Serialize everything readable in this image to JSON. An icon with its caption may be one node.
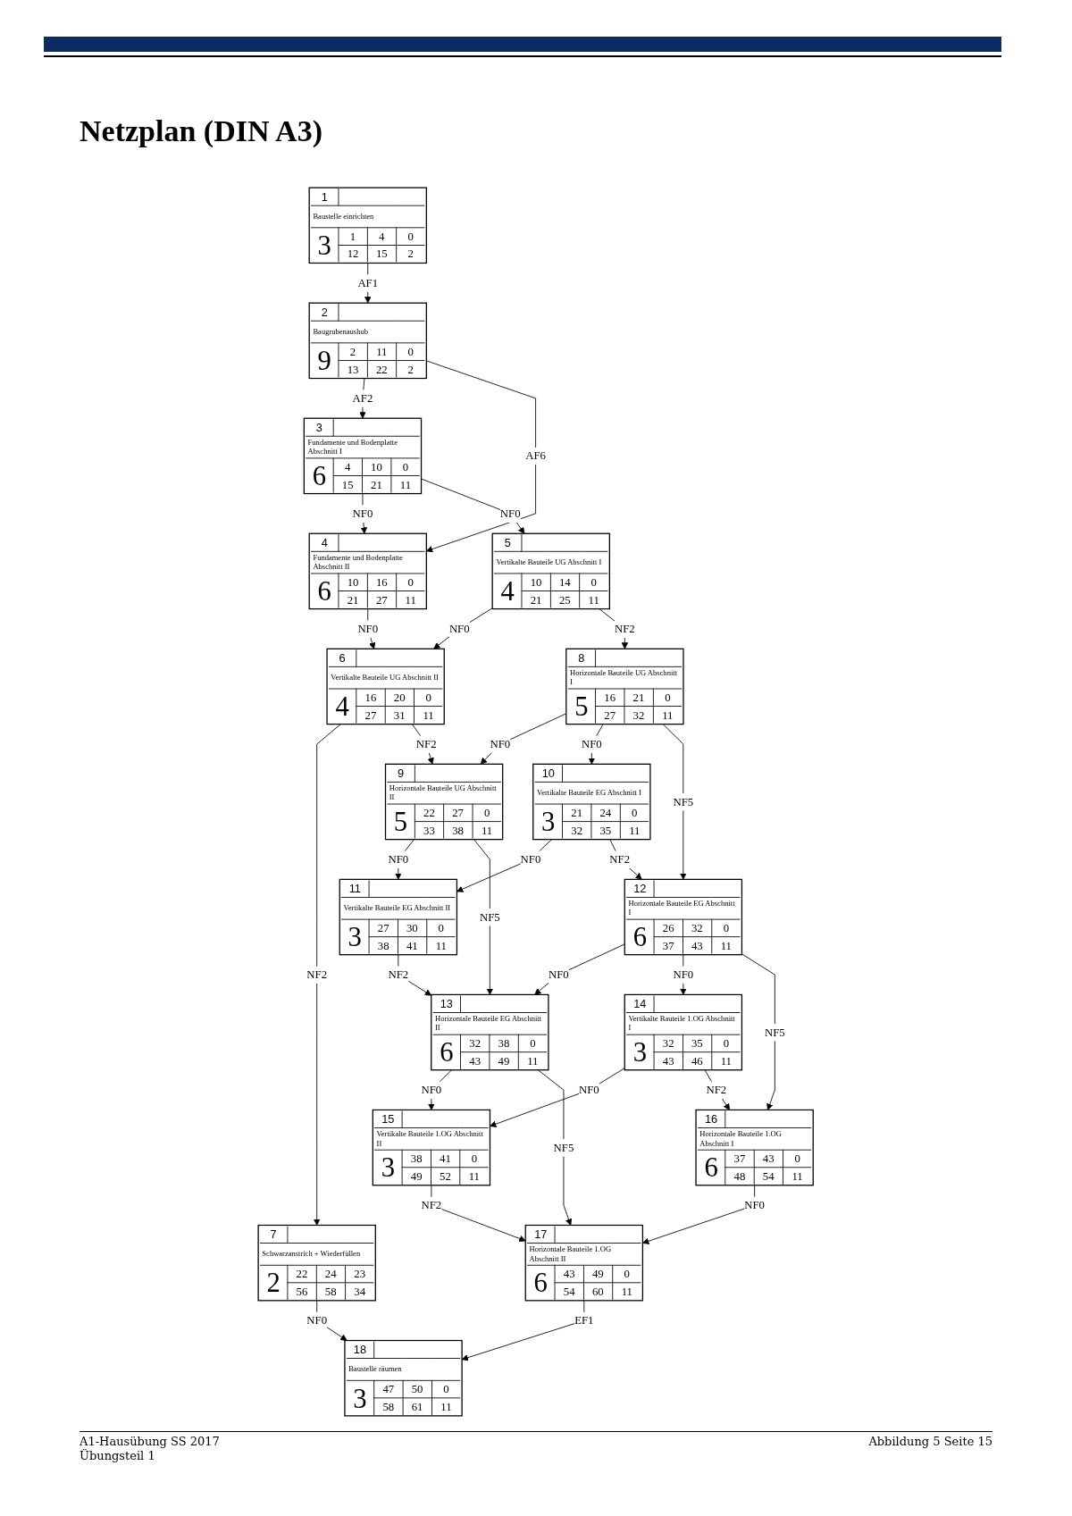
{
  "diagram": {
    "title": "Netzplan (DIN A3)",
    "nodes": [
      {
        "text": [
          "1",
          "Baustelle einrichten",
          "3",
          "1",
          "4",
          "0",
          "12",
          "15",
          "2"
        ]
      },
      {
        "text": [
          "2",
          "Baugrubenaushub",
          "9",
          "2",
          "11",
          "0",
          "13",
          "22",
          "2"
        ]
      },
      {
        "text": [
          "3",
          "Fundamente und Bodenplatte Abschnitt I",
          "6",
          "4",
          "10",
          "0",
          "15",
          "21",
          "11"
        ]
      },
      {
        "text": [
          "4",
          "Fundamente und Bodenplatte Abschnitt II",
          "6",
          "10",
          "16",
          "0",
          "21",
          "27",
          "11"
        ]
      },
      {
        "text": [
          "5",
          "Vertikalte Bauteile UG Abschnitt I",
          "4",
          "10",
          "14",
          "0",
          "21",
          "25",
          "11"
        ]
      },
      {
        "text": [
          "6",
          "Vertikalte Bauteile UG Abschnitt II",
          "4",
          "16",
          "20",
          "0",
          "27",
          "31",
          "11"
        ]
      },
      {
        "text": [
          "7",
          "Schwarzanstrich + Wiederfüllen",
          "2",
          "22",
          "24",
          "23",
          "56",
          "58",
          "34"
        ]
      },
      {
        "text": [
          "8",
          "Horizontale Bauteile UG Abschnitt I",
          "5",
          "16",
          "21",
          "0",
          "27",
          "32",
          "11"
        ]
      },
      {
        "text": [
          "9",
          "Horizontale Bauteile UG Abschnitt II",
          "5",
          "22",
          "27",
          "0",
          "33",
          "38",
          "11"
        ]
      },
      {
        "text": [
          "10",
          "Vertikalte Bauteile EG Abschnitt I",
          "3",
          "21",
          "24",
          "0",
          "32",
          "35",
          "11"
        ]
      },
      {
        "text": [
          "11",
          "Vertikalte Bauteile EG Abschnitt II",
          "3",
          "27",
          "30",
          "0",
          "38",
          "41",
          "11"
        ]
      },
      {
        "text": [
          "12",
          "Horizontale Bauteile EG Abschnitt I",
          "6",
          "26",
          "32",
          "0",
          "37",
          "43",
          "11"
        ]
      },
      {
        "text": [
          "13",
          "Horizontale Bauteile EG Abschnitt II",
          "6",
          "32",
          "38",
          "0",
          "43",
          "49",
          "11"
        ]
      },
      {
        "text": [
          "14",
          "Vertikalte Bauteile 1.OG Abschnitt I",
          "3",
          "32",
          "35",
          "0",
          "43",
          "46",
          "11"
        ]
      },
      {
        "text": [
          "15",
          "Vertikalte Bauteile 1.OG Abschnitt II",
          "3",
          "38",
          "41",
          "0",
          "49",
          "52",
          "11"
        ]
      },
      {
        "text": [
          "16",
          "Horizontale Bauteile 1.OG Abschnitt I",
          "6",
          "37",
          "43",
          "0",
          "48",
          "54",
          "11"
        ]
      },
      {
        "text": [
          "17",
          "Horizontale Bauteile 1.OG Abschnitt II",
          "6",
          "43",
          "49",
          "0",
          "54",
          "60",
          "11"
        ]
      },
      {
        "text": [
          "18",
          "Baustelle räumen",
          "3",
          "47",
          "50",
          "0",
          "58",
          "61",
          "11"
        ]
      }
    ],
    "edges": [
      {
        "from": 0,
        "to": 1,
        "arrow": "to",
        "label": "AF1"
      },
      {
        "from": 1,
        "to": 2,
        "arrow": "to",
        "label": "AF2"
      },
      {
        "from": 1,
        "to": 3,
        "arrow": "to",
        "label": "AF6"
      },
      {
        "from": 2,
        "to": 3,
        "arrow": "to",
        "label": "NF0"
      },
      {
        "from": 2,
        "to": 4,
        "arrow": "to",
        "label": "NF0"
      },
      {
        "from": 3,
        "to": 5,
        "arrow": "to",
        "label": "NF0"
      },
      {
        "from": 4,
        "to": 5,
        "arrow": "to",
        "label": "NF0"
      },
      {
        "from": 5,
        "to": 6,
        "arrow": "to",
        "label": "NF2"
      },
      {
        "from": 4,
        "to": 7,
        "arrow": "to",
        "label": "NF2"
      },
      {
        "from": 5,
        "to": 8,
        "arrow": "to",
        "label": "NF2"
      },
      {
        "from": 7,
        "to": 8,
        "arrow": "to",
        "label": "NF0"
      },
      {
        "from": 7,
        "to": 9,
        "arrow": "to",
        "label": "NF0"
      },
      {
        "from": 7,
        "to": 11,
        "arrow": "to",
        "label": "NF5"
      },
      {
        "from": 8,
        "to": 10,
        "arrow": "to",
        "label": "NF0"
      },
      {
        "from": 8,
        "to": 12,
        "arrow": "to",
        "label": "NF5"
      },
      {
        "from": 9,
        "to": 10,
        "arrow": "to",
        "label": "NF0"
      },
      {
        "from": 9,
        "to": 11,
        "arrow": "to",
        "label": "NF2"
      },
      {
        "from": 10,
        "to": 12,
        "arrow": "to",
        "label": "NF2"
      },
      {
        "from": 11,
        "to": 12,
        "arrow": "to",
        "label": "NF0"
      },
      {
        "from": 11,
        "to": 13,
        "arrow": "to",
        "label": "NF0"
      },
      {
        "from": 11,
        "to": 15,
        "arrow": "to",
        "label": "NF5"
      },
      {
        "from": 12,
        "to": 14,
        "arrow": "to",
        "label": "NF0"
      },
      {
        "from": 12,
        "to": 16,
        "arrow": "to",
        "label": "NF5"
      },
      {
        "from": 13,
        "to": 14,
        "arrow": "to",
        "label": "NF0"
      },
      {
        "from": 13,
        "to": 15,
        "arrow": "to",
        "label": "NF2"
      },
      {
        "from": 14,
        "to": 16,
        "arrow": "to",
        "label": "NF2"
      },
      {
        "from": 15,
        "to": 16,
        "arrow": "to",
        "label": "NF0"
      },
      {
        "from": 16,
        "to": 17,
        "arrow": "to",
        "label": "EF1"
      },
      {
        "from": 6,
        "to": 17,
        "arrow": "to",
        "label": "NF0"
      }
    ],
    "labels": [
      "A1-Hausübung SS 2017",
      "Übungsteil 1",
      "Abbildung 5 Seite 15"
    ]
  }
}
